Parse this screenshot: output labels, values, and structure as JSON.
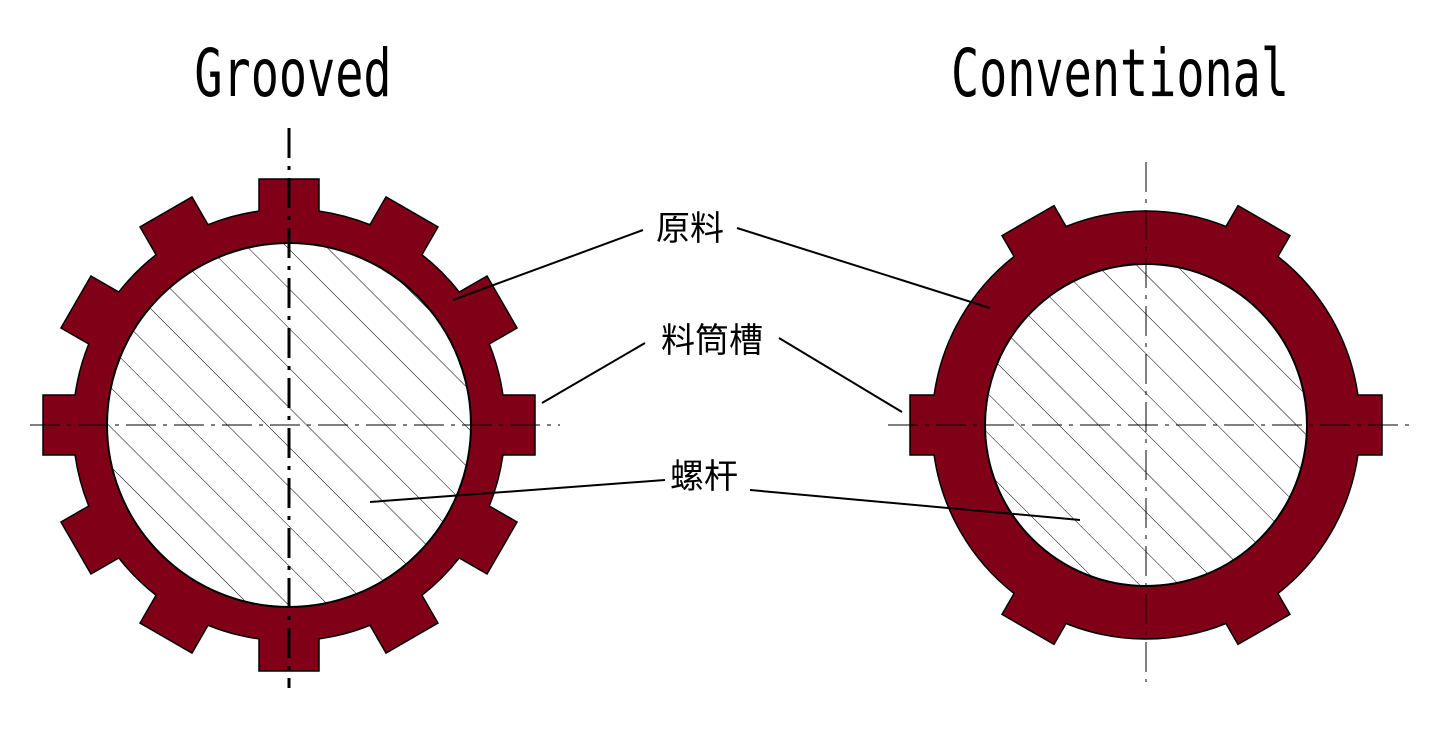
{
  "titles": {
    "grooved": "Grooved",
    "conventional": "Conventional"
  },
  "labels": {
    "material": "原料",
    "barrel_groove": "料筒槽",
    "screw": "螺杆"
  },
  "colors": {
    "barrel": "#800018",
    "outline": "#000000",
    "hatch": "#000000",
    "background": "#ffffff"
  }
}
